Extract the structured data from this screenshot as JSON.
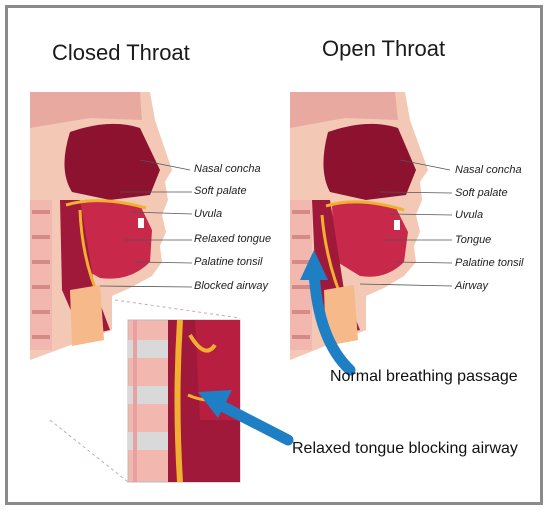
{
  "titles": {
    "closed": "Closed Throat",
    "open": "Open Throat"
  },
  "closed_labels": [
    "Nasal concha",
    "Soft palate",
    "Uvula",
    "Relaxed tongue",
    "Palatine tonsil",
    "Blocked airway"
  ],
  "open_labels": [
    "Nasal concha",
    "Soft palate",
    "Uvula",
    "Tongue",
    "Palatine tonsil",
    "Airway"
  ],
  "captions": {
    "normal": "Normal breathing passage",
    "relaxed": "Relaxed tongue blocking airway"
  },
  "colors": {
    "tissue_dark": "#a0183a",
    "tissue_mid": "#c8284a",
    "skin": "#f3c9b6",
    "bone": "#f5b98a",
    "yellow": "#f0b030",
    "arrow": "#1f7fc4",
    "frame": "#8a8a8a"
  }
}
